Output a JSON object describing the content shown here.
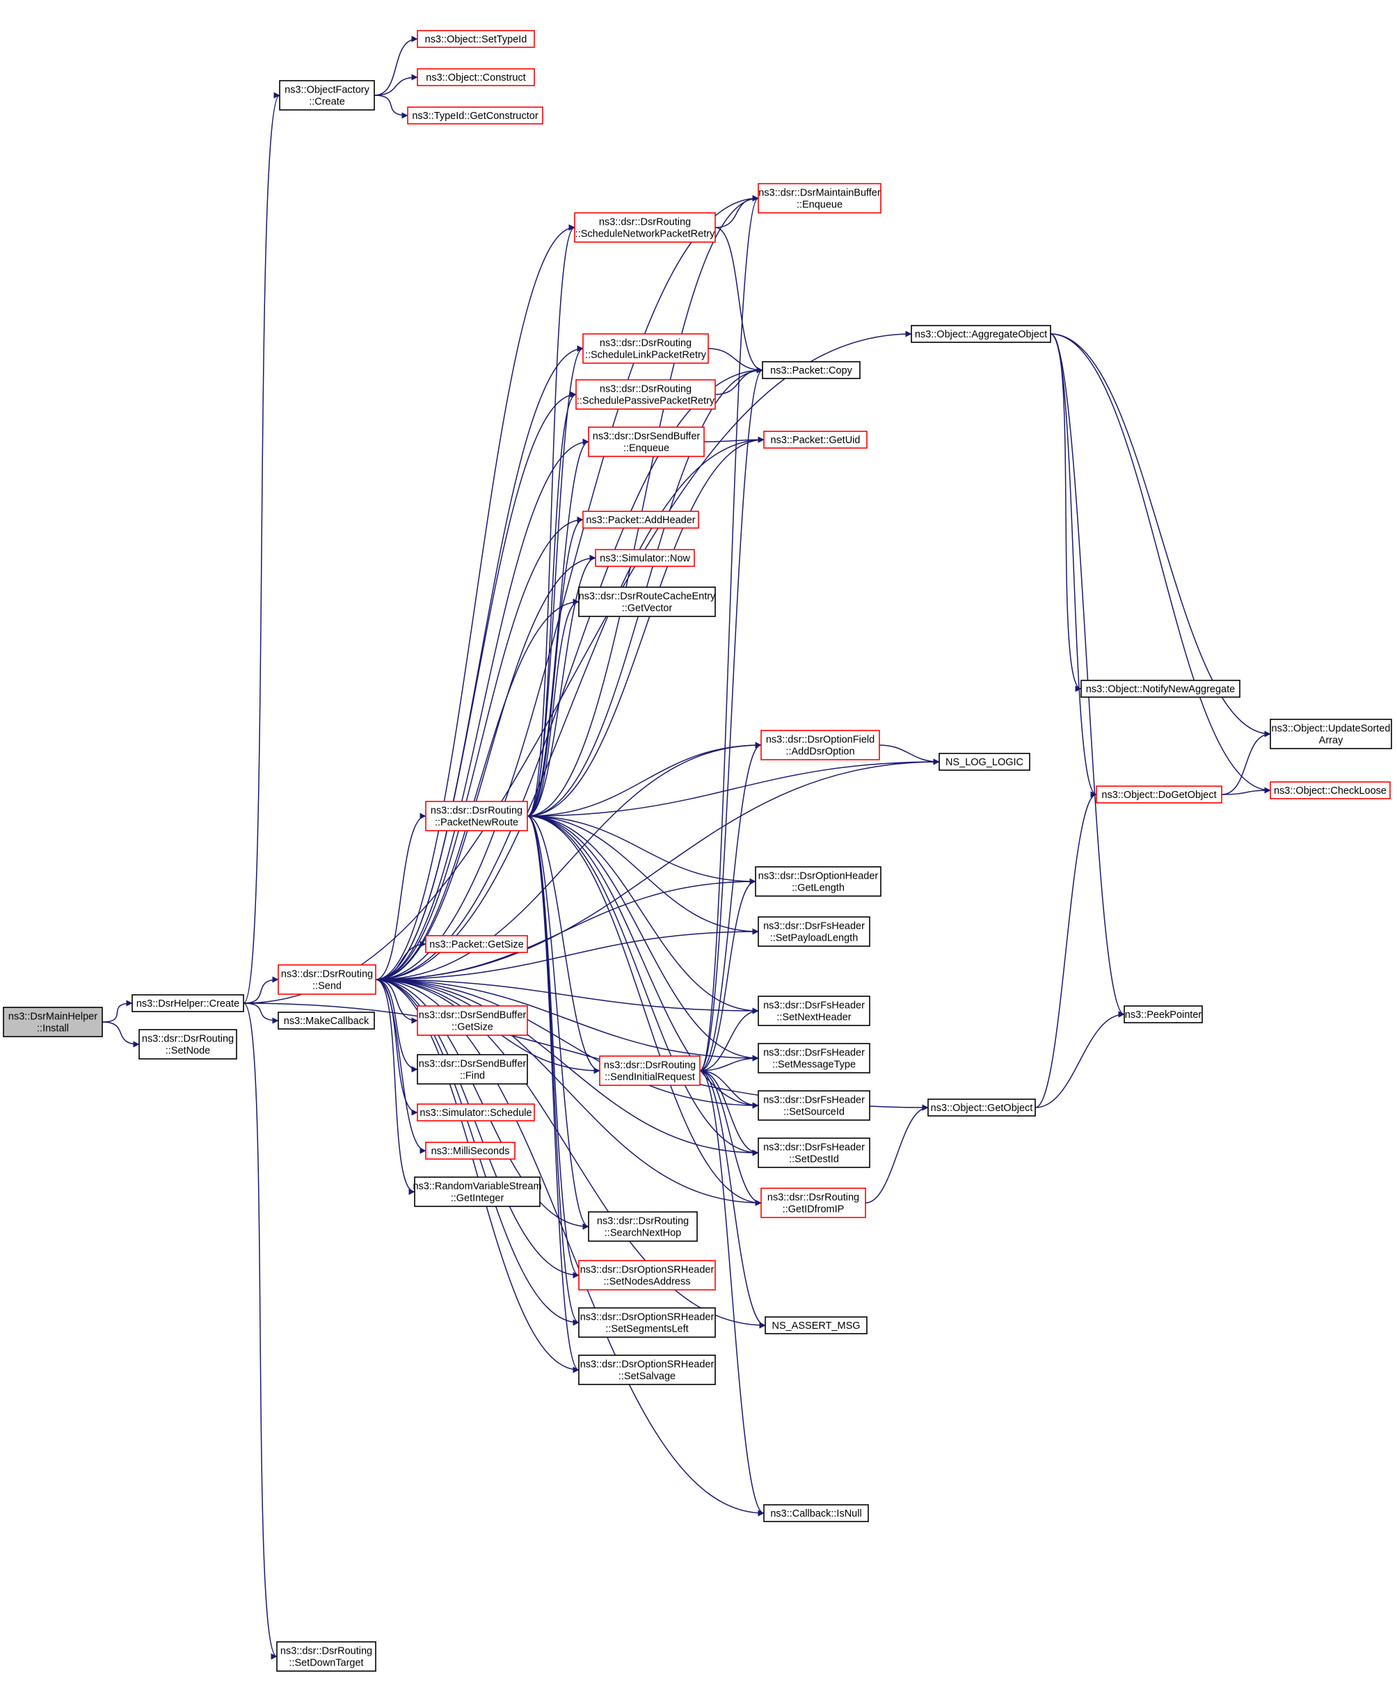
{
  "graph": {
    "colors": {
      "edge": "#191970",
      "root_fill": "#bfbfbf",
      "link_border": "#ff0000",
      "normal_border": "#000000",
      "node_fill": "#ffffff"
    },
    "nodes": [
      {
        "id": "n0",
        "lines": [
          "ns3::DsrMainHelper",
          "::Install"
        ],
        "style": "root"
      },
      {
        "id": "n1",
        "lines": [
          "ns3::DsrHelper::Create"
        ],
        "style": "normal"
      },
      {
        "id": "n2",
        "lines": [
          "ns3::dsr::DsrRouting",
          "::SetNode"
        ],
        "style": "normal"
      },
      {
        "id": "n3",
        "lines": [
          "ns3::ObjectFactory",
          "::Create"
        ],
        "style": "normal"
      },
      {
        "id": "n4",
        "lines": [
          "ns3::Object::SetTypeId"
        ],
        "style": "red"
      },
      {
        "id": "n5",
        "lines": [
          "ns3::Object::Construct"
        ],
        "style": "red"
      },
      {
        "id": "n6",
        "lines": [
          "ns3::TypeId::GetConstructor"
        ],
        "style": "red"
      },
      {
        "id": "n7",
        "lines": [
          "ns3::dsr::DsrRouting",
          "::Send"
        ],
        "style": "red"
      },
      {
        "id": "n8",
        "lines": [
          "ns3::MakeCallback"
        ],
        "style": "normal"
      },
      {
        "id": "n9",
        "lines": [
          "ns3::dsr::DsrRouting",
          "::SetDownTarget"
        ],
        "style": "normal"
      },
      {
        "id": "n10",
        "lines": [
          "ns3::dsr::DsrRouting",
          "::ScheduleNetworkPacketRetry"
        ],
        "style": "red"
      },
      {
        "id": "n11",
        "lines": [
          "ns3::dsr::DsrMaintainBuffer",
          "::Enqueue"
        ],
        "style": "red"
      },
      {
        "id": "n12",
        "lines": [
          "ns3::dsr::DsrRouting",
          "::ScheduleLinkPacketRetry"
        ],
        "style": "red"
      },
      {
        "id": "n13",
        "lines": [
          "ns3::Packet::Copy"
        ],
        "style": "normal"
      },
      {
        "id": "n14",
        "lines": [
          "ns3::dsr::DsrRouting",
          "::SchedulePassivePacketRetry"
        ],
        "style": "red"
      },
      {
        "id": "n15",
        "lines": [
          "ns3::dsr::DsrSendBuffer",
          "::Enqueue"
        ],
        "style": "red"
      },
      {
        "id": "n16",
        "lines": [
          "ns3::Packet::GetUid"
        ],
        "style": "red"
      },
      {
        "id": "n17",
        "lines": [
          "ns3::Packet::AddHeader"
        ],
        "style": "red"
      },
      {
        "id": "n18",
        "lines": [
          "ns3::Simulator::Now"
        ],
        "style": "red"
      },
      {
        "id": "n19",
        "lines": [
          "ns3::dsr::DsrRouteCacheEntry",
          "::GetVector"
        ],
        "style": "normal"
      },
      {
        "id": "n20",
        "lines": [
          "ns3::dsr::DsrOptionField",
          "::AddDsrOption"
        ],
        "style": "red"
      },
      {
        "id": "n21",
        "lines": [
          "NS_LOG_LOGIC"
        ],
        "style": "normal"
      },
      {
        "id": "n22",
        "lines": [
          "ns3::dsr::DsrRouting",
          "::PacketNewRoute"
        ],
        "style": "red"
      },
      {
        "id": "n23",
        "lines": [
          "ns3::dsr::DsrOptionHeader",
          "::GetLength"
        ],
        "style": "normal"
      },
      {
        "id": "n24",
        "lines": [
          "ns3::dsr::DsrFsHeader",
          "::SetPayloadLength"
        ],
        "style": "normal"
      },
      {
        "id": "n25",
        "lines": [
          "ns3::Packet::GetSize"
        ],
        "style": "red"
      },
      {
        "id": "n26",
        "lines": [
          "ns3::dsr::DsrFsHeader",
          "::SetNextHeader"
        ],
        "style": "normal"
      },
      {
        "id": "n27",
        "lines": [
          "ns3::dsr::DsrSendBuffer",
          "::GetSize"
        ],
        "style": "red"
      },
      {
        "id": "n28",
        "lines": [
          "ns3::dsr::DsrRouting",
          "::SendInitialRequest"
        ],
        "style": "red"
      },
      {
        "id": "n29",
        "lines": [
          "ns3::dsr::DsrFsHeader",
          "::SetMessageType"
        ],
        "style": "normal"
      },
      {
        "id": "n30",
        "lines": [
          "ns3::dsr::DsrSendBuffer",
          "::Find"
        ],
        "style": "normal"
      },
      {
        "id": "n31",
        "lines": [
          "ns3::dsr::DsrFsHeader",
          "::SetSourceId"
        ],
        "style": "normal"
      },
      {
        "id": "n32",
        "lines": [
          "ns3::Simulator::Schedule"
        ],
        "style": "red"
      },
      {
        "id": "n33",
        "lines": [
          "ns3::MilliSeconds"
        ],
        "style": "red"
      },
      {
        "id": "n34",
        "lines": [
          "ns3::dsr::DsrFsHeader",
          "::SetDestId"
        ],
        "style": "normal"
      },
      {
        "id": "n35",
        "lines": [
          "ns3::RandomVariableStream",
          "::GetInteger"
        ],
        "style": "normal"
      },
      {
        "id": "n36",
        "lines": [
          "ns3::dsr::DsrRouting",
          "::GetIDfromIP"
        ],
        "style": "red"
      },
      {
        "id": "n37",
        "lines": [
          "ns3::dsr::DsrRouting",
          "::SearchNextHop"
        ],
        "style": "normal"
      },
      {
        "id": "n38",
        "lines": [
          "ns3::dsr::DsrOptionSRHeader",
          "::SetNodesAddress"
        ],
        "style": "red"
      },
      {
        "id": "n39",
        "lines": [
          "ns3::dsr::DsrOptionSRHeader",
          "::SetSegmentsLeft"
        ],
        "style": "normal"
      },
      {
        "id": "n40",
        "lines": [
          "NS_ASSERT_MSG"
        ],
        "style": "normal"
      },
      {
        "id": "n41",
        "lines": [
          "ns3::dsr::DsrOptionSRHeader",
          "::SetSalvage"
        ],
        "style": "normal"
      },
      {
        "id": "n42",
        "lines": [
          "ns3::Callback::IsNull"
        ],
        "style": "normal"
      },
      {
        "id": "n43",
        "lines": [
          "ns3::Object::AggregateObject"
        ],
        "style": "normal"
      },
      {
        "id": "n44",
        "lines": [
          "ns3::Object::NotifyNewAggregate"
        ],
        "style": "normal"
      },
      {
        "id": "n45",
        "lines": [
          "ns3::Object::UpdateSorted",
          "Array"
        ],
        "style": "normal"
      },
      {
        "id": "n46",
        "lines": [
          "ns3::Object::DoGetObject"
        ],
        "style": "red"
      },
      {
        "id": "n47",
        "lines": [
          "ns3::Object::CheckLoose"
        ],
        "style": "red"
      },
      {
        "id": "n48",
        "lines": [
          "ns3::PeekPointer"
        ],
        "style": "normal"
      },
      {
        "id": "n49",
        "lines": [
          "ns3::Object::GetObject"
        ],
        "style": "normal"
      }
    ],
    "edges": [
      [
        "n0",
        "n1"
      ],
      [
        "n0",
        "n2"
      ],
      [
        "n1",
        "n3"
      ],
      [
        "n1",
        "n7"
      ],
      [
        "n1",
        "n8"
      ],
      [
        "n1",
        "n9"
      ],
      [
        "n1",
        "n43"
      ],
      [
        "n1",
        "n49"
      ],
      [
        "n3",
        "n4"
      ],
      [
        "n3",
        "n5"
      ],
      [
        "n3",
        "n6"
      ],
      [
        "n7",
        "n10"
      ],
      [
        "n7",
        "n11"
      ],
      [
        "n7",
        "n12"
      ],
      [
        "n7",
        "n13"
      ],
      [
        "n7",
        "n14"
      ],
      [
        "n7",
        "n15"
      ],
      [
        "n7",
        "n16"
      ],
      [
        "n7",
        "n17"
      ],
      [
        "n7",
        "n18"
      ],
      [
        "n7",
        "n19"
      ],
      [
        "n7",
        "n21"
      ],
      [
        "n7",
        "n22"
      ],
      [
        "n7",
        "n23"
      ],
      [
        "n7",
        "n24"
      ],
      [
        "n7",
        "n25"
      ],
      [
        "n7",
        "n26"
      ],
      [
        "n7",
        "n27"
      ],
      [
        "n7",
        "n28"
      ],
      [
        "n7",
        "n29"
      ],
      [
        "n7",
        "n30"
      ],
      [
        "n7",
        "n31"
      ],
      [
        "n7",
        "n32"
      ],
      [
        "n7",
        "n33"
      ],
      [
        "n7",
        "n34"
      ],
      [
        "n7",
        "n35"
      ],
      [
        "n7",
        "n36"
      ],
      [
        "n7",
        "n37"
      ],
      [
        "n7",
        "n38"
      ],
      [
        "n7",
        "n39"
      ],
      [
        "n7",
        "n40"
      ],
      [
        "n7",
        "n41"
      ],
      [
        "n7",
        "n42"
      ],
      [
        "n7",
        "n20"
      ],
      [
        "n10",
        "n11"
      ],
      [
        "n10",
        "n13"
      ],
      [
        "n12",
        "n13"
      ],
      [
        "n14",
        "n13"
      ],
      [
        "n15",
        "n16"
      ],
      [
        "n22",
        "n10"
      ],
      [
        "n22",
        "n11"
      ],
      [
        "n22",
        "n12"
      ],
      [
        "n22",
        "n13"
      ],
      [
        "n22",
        "n14"
      ],
      [
        "n22",
        "n15"
      ],
      [
        "n22",
        "n16"
      ],
      [
        "n22",
        "n17"
      ],
      [
        "n22",
        "n18"
      ],
      [
        "n22",
        "n19"
      ],
      [
        "n22",
        "n20"
      ],
      [
        "n22",
        "n21"
      ],
      [
        "n22",
        "n23"
      ],
      [
        "n22",
        "n24"
      ],
      [
        "n22",
        "n26"
      ],
      [
        "n22",
        "n28"
      ],
      [
        "n22",
        "n29"
      ],
      [
        "n22",
        "n31"
      ],
      [
        "n22",
        "n34"
      ],
      [
        "n22",
        "n36"
      ],
      [
        "n22",
        "n37"
      ],
      [
        "n22",
        "n38"
      ],
      [
        "n22",
        "n39"
      ],
      [
        "n22",
        "n41"
      ],
      [
        "n20",
        "n21"
      ],
      [
        "n28",
        "n11"
      ],
      [
        "n28",
        "n13"
      ],
      [
        "n28",
        "n20"
      ],
      [
        "n28",
        "n23"
      ],
      [
        "n28",
        "n26"
      ],
      [
        "n28",
        "n29"
      ],
      [
        "n28",
        "n31"
      ],
      [
        "n28",
        "n34"
      ],
      [
        "n28",
        "n36"
      ],
      [
        "n28",
        "n40"
      ],
      [
        "n28",
        "n42"
      ],
      [
        "n36",
        "n49"
      ],
      [
        "n43",
        "n44"
      ],
      [
        "n43",
        "n45"
      ],
      [
        "n43",
        "n46"
      ],
      [
        "n43",
        "n47"
      ],
      [
        "n43",
        "n48"
      ],
      [
        "n46",
        "n45"
      ],
      [
        "n46",
        "n47"
      ],
      [
        "n49",
        "n46"
      ],
      [
        "n49",
        "n48"
      ]
    ]
  }
}
